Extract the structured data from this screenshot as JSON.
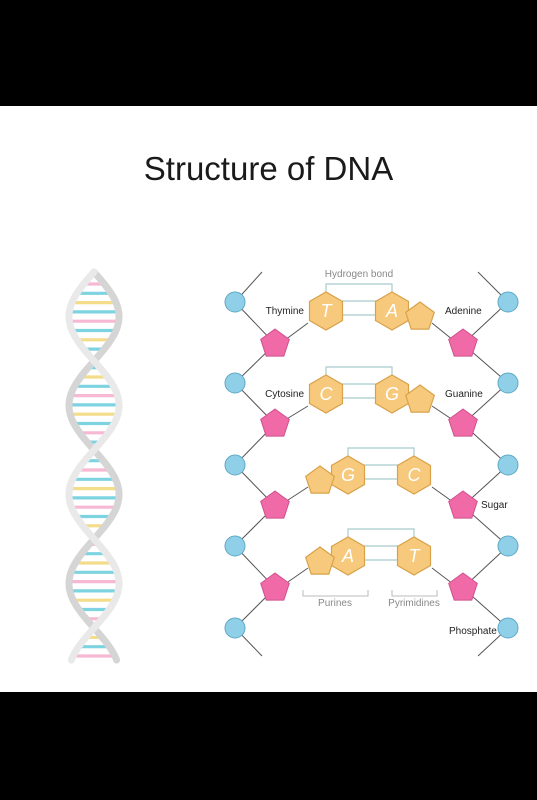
{
  "title": "Structure of DNA",
  "labels": {
    "hydrogen_bond": "Hydrogen bond",
    "thymine": "Thymine",
    "adenine": "Adenine",
    "cytosine": "Cytosine",
    "guanine": "Guanine",
    "sugar": "Sugar",
    "purines": "Purines",
    "pyrimidines": "Pyrimidines",
    "phosphate": "Phosphate"
  },
  "base_pairs": [
    {
      "left": "T",
      "right": "A"
    },
    {
      "left": "C",
      "right": "G"
    },
    {
      "left": "G",
      "right": "C"
    },
    {
      "left": "A",
      "right": "T"
    }
  ],
  "colors": {
    "phosphate": "#8fd0e8",
    "sugar": "#f06aa8",
    "base": "#f7c97c",
    "base_stroke": "#d9a24a",
    "bond": "#a9cccc",
    "backbone": "#555555",
    "rung_pink": "#f6b8d2",
    "rung_cyan": "#7ed3e0",
    "rung_yellow": "#f3dc8a"
  }
}
